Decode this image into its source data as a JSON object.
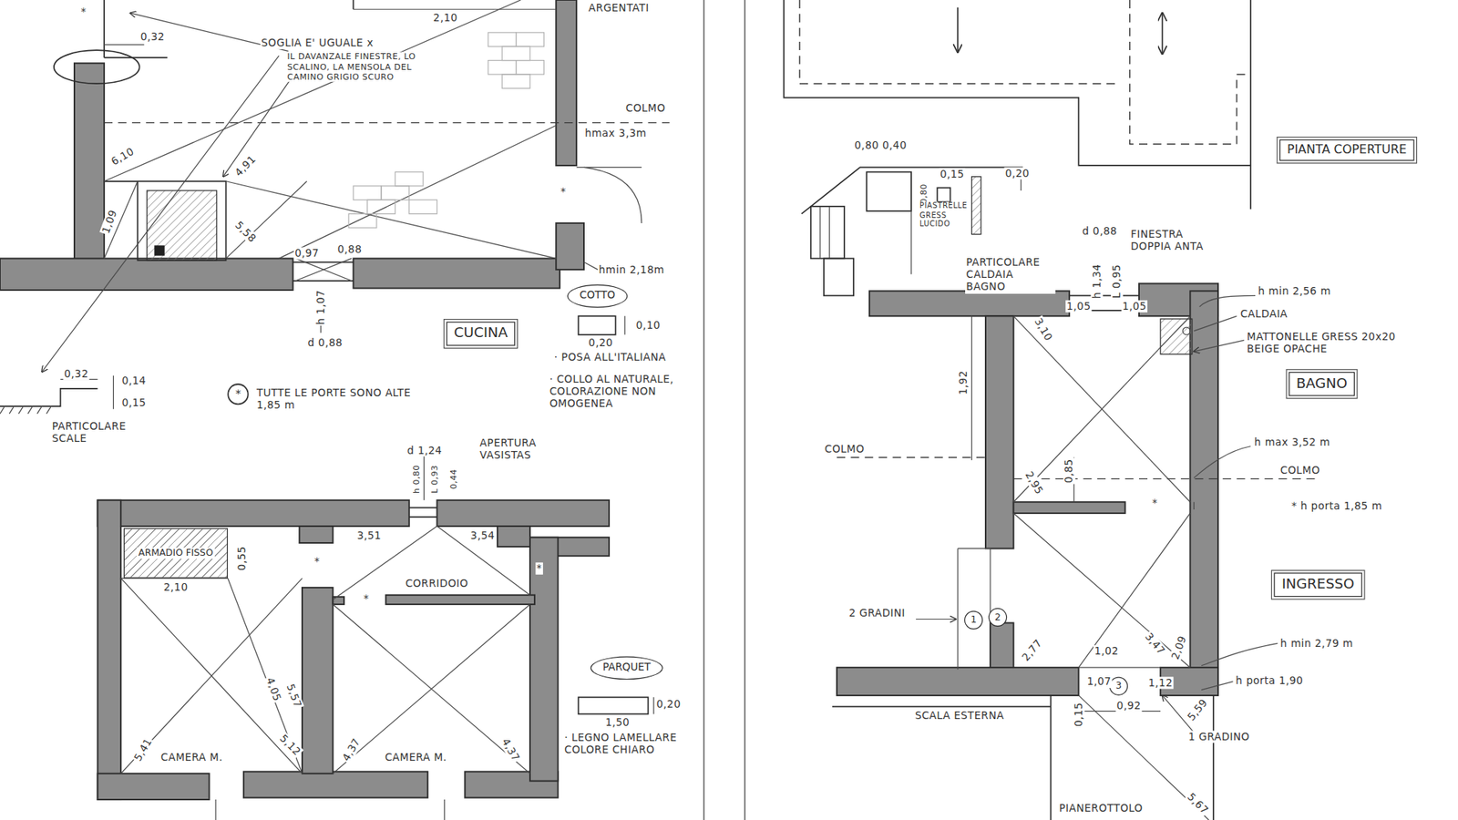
{
  "diagram": {
    "nodes": [
      {
        "text": [
          "CUCINA"
        ]
      },
      {
        "text": [
          "COTTO"
        ]
      },
      {
        "text": [
          "*"
        ]
      },
      {
        "text": [
          "ARMADIO FISSO"
        ]
      },
      {
        "text": [
          "PARQUET"
        ]
      },
      {
        "text": [
          "PIANTA COPERTURE"
        ]
      },
      {
        "text": [
          "BAGNO"
        ]
      },
      {
        "text": [
          "INGRESSO"
        ]
      },
      {
        "text": [
          "1"
        ]
      },
      {
        "text": [
          "2"
        ]
      },
      {
        "text": [
          "3"
        ]
      }
    ],
    "labels": [
      "*",
      "0,32",
      "SOGLIA E' UGUALE x",
      "IL DAVANZALE FINESTRE, LO SCALINO, LA MENSOLA DEL CAMINO GRIGIO SCURO",
      "2,10",
      "ARGENTATI",
      "COLMO",
      "hmax 3,3m",
      "*",
      "6,10",
      "4,91",
      "1,09",
      "5,58",
      "0,97",
      "0,88",
      "hmin 2,18m",
      "h 1,07",
      "d 0,88",
      "0,10",
      "0,20",
      "· POSA ALL'ITALIANA",
      "· COLLO AL NATURALE, COLORAZIONE NON OMOGENEA",
      "0,32",
      "0,14",
      "0,15",
      "PARTICOLARE SCALE",
      "TUTTE LE PORTE SONO ALTE 1,85 m",
      "d 1,24",
      "APERTURA VASISTAS",
      "h 0,80",
      "L 0,93",
      "0,44",
      "0,55",
      "2,10",
      "3,51",
      "3,54",
      "*",
      "*",
      "*",
      "CORRIDOIO",
      "4,05",
      "5,57",
      "5,41",
      "5,12",
      "4,37",
      "4,37",
      "CAMERA M.",
      "CAMERA M.",
      "0,20",
      "1,50",
      "· LEGNO LAMELLARE COLORE CHIARO",
      "0,80 0,40",
      "0,15",
      "0,20",
      "0,80",
      "PIASTRELLE GRESS LUCIDO",
      "PARTICOLARE CALDAIA BAGNO",
      "d 0,88",
      "FINESTRA DOPPIA ANTA",
      "h 1,34",
      "L 0,95",
      "1,05",
      "1,05",
      "h min 2,56 m",
      "CALDAIA",
      "MATTONELLE GRESS 20x20 BEIGE OPACHE",
      "3,10",
      "1,92",
      "COLMO",
      "0,85",
      "2,95",
      "h max 3,52 m",
      "COLMO",
      "* h porta 1,85 m",
      "*",
      "2 GRADINI",
      "2,77",
      "1,02",
      "3,47",
      "2,09",
      "h min 2,79 m",
      "1,07",
      "1,12",
      "h porta 1,90",
      "0,15",
      "0,92",
      "5,59",
      "SCALA ESTERNA",
      "1 GRADINO",
      "PIANEROTTOLO",
      "5,67"
    ]
  }
}
